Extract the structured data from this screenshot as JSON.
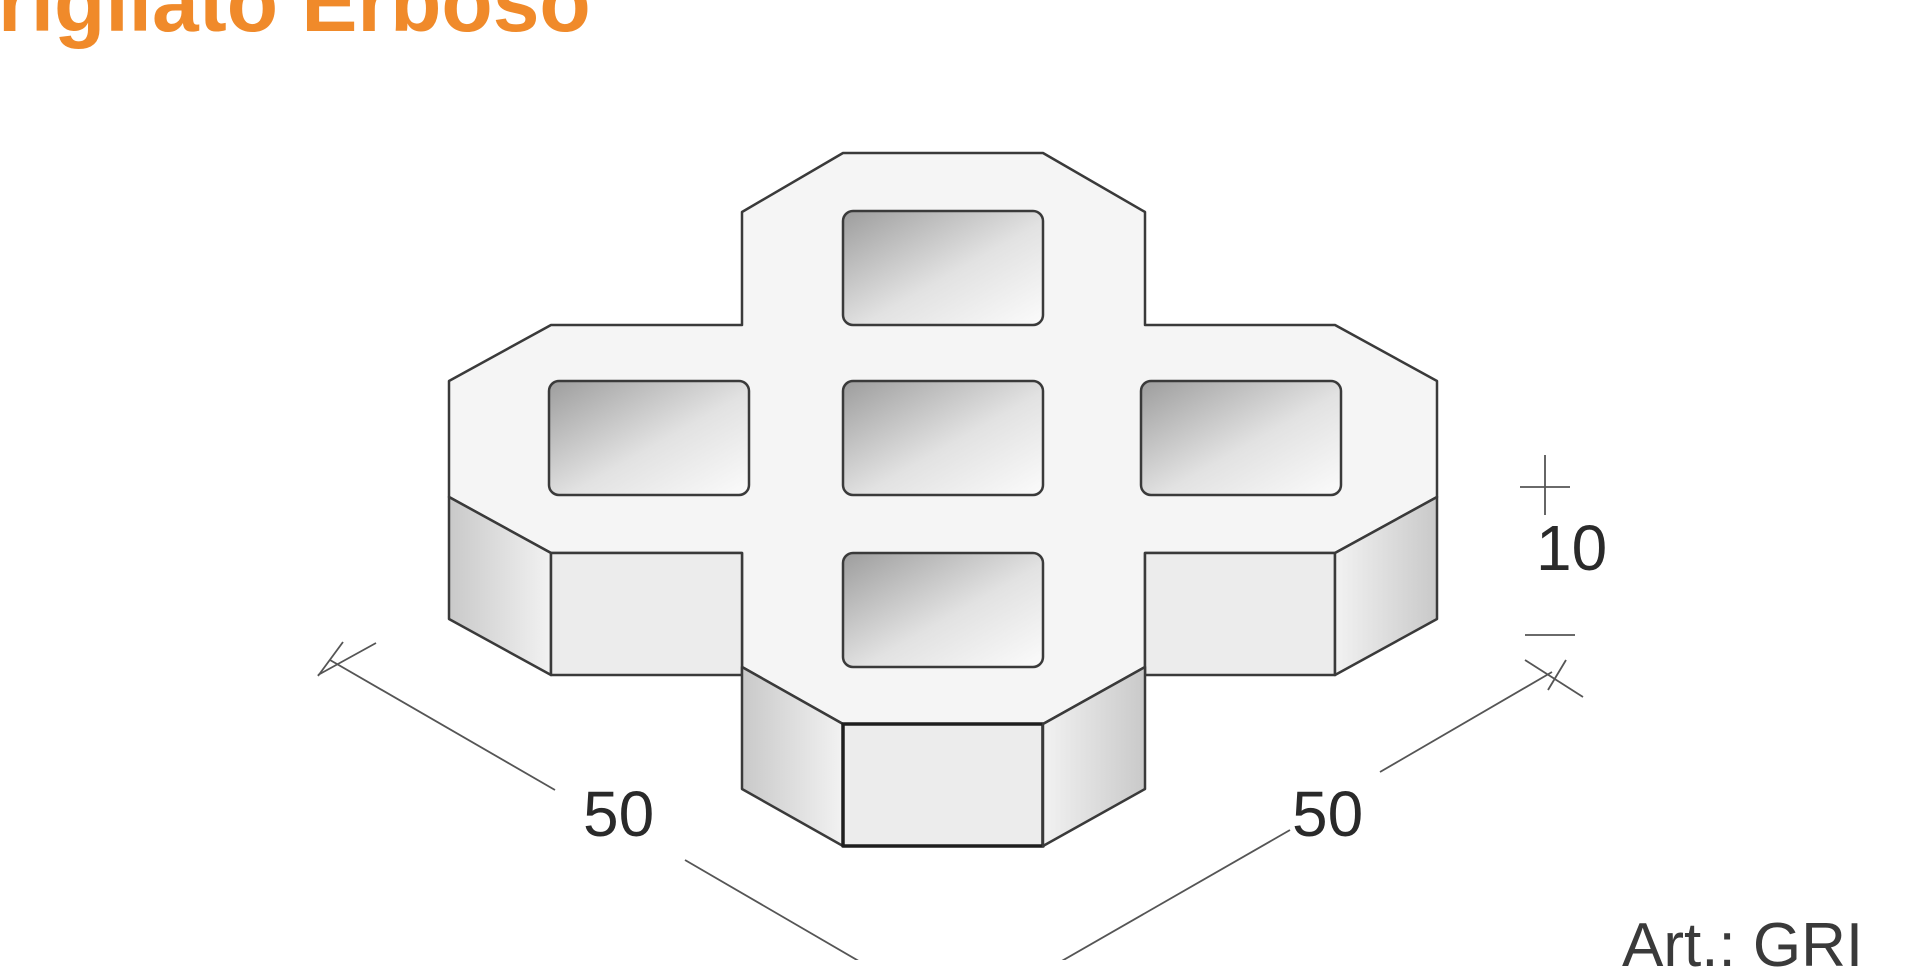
{
  "title": "rigliato Erboso",
  "dimensions": {
    "left_length": "50",
    "right_length": "50",
    "height": "10"
  },
  "article_label": "Art.: GRI",
  "colors": {
    "title": "#f08a2a",
    "top_face": "#f5f5f5",
    "front_face": "#ececec",
    "outline": "#3a3a3a"
  }
}
